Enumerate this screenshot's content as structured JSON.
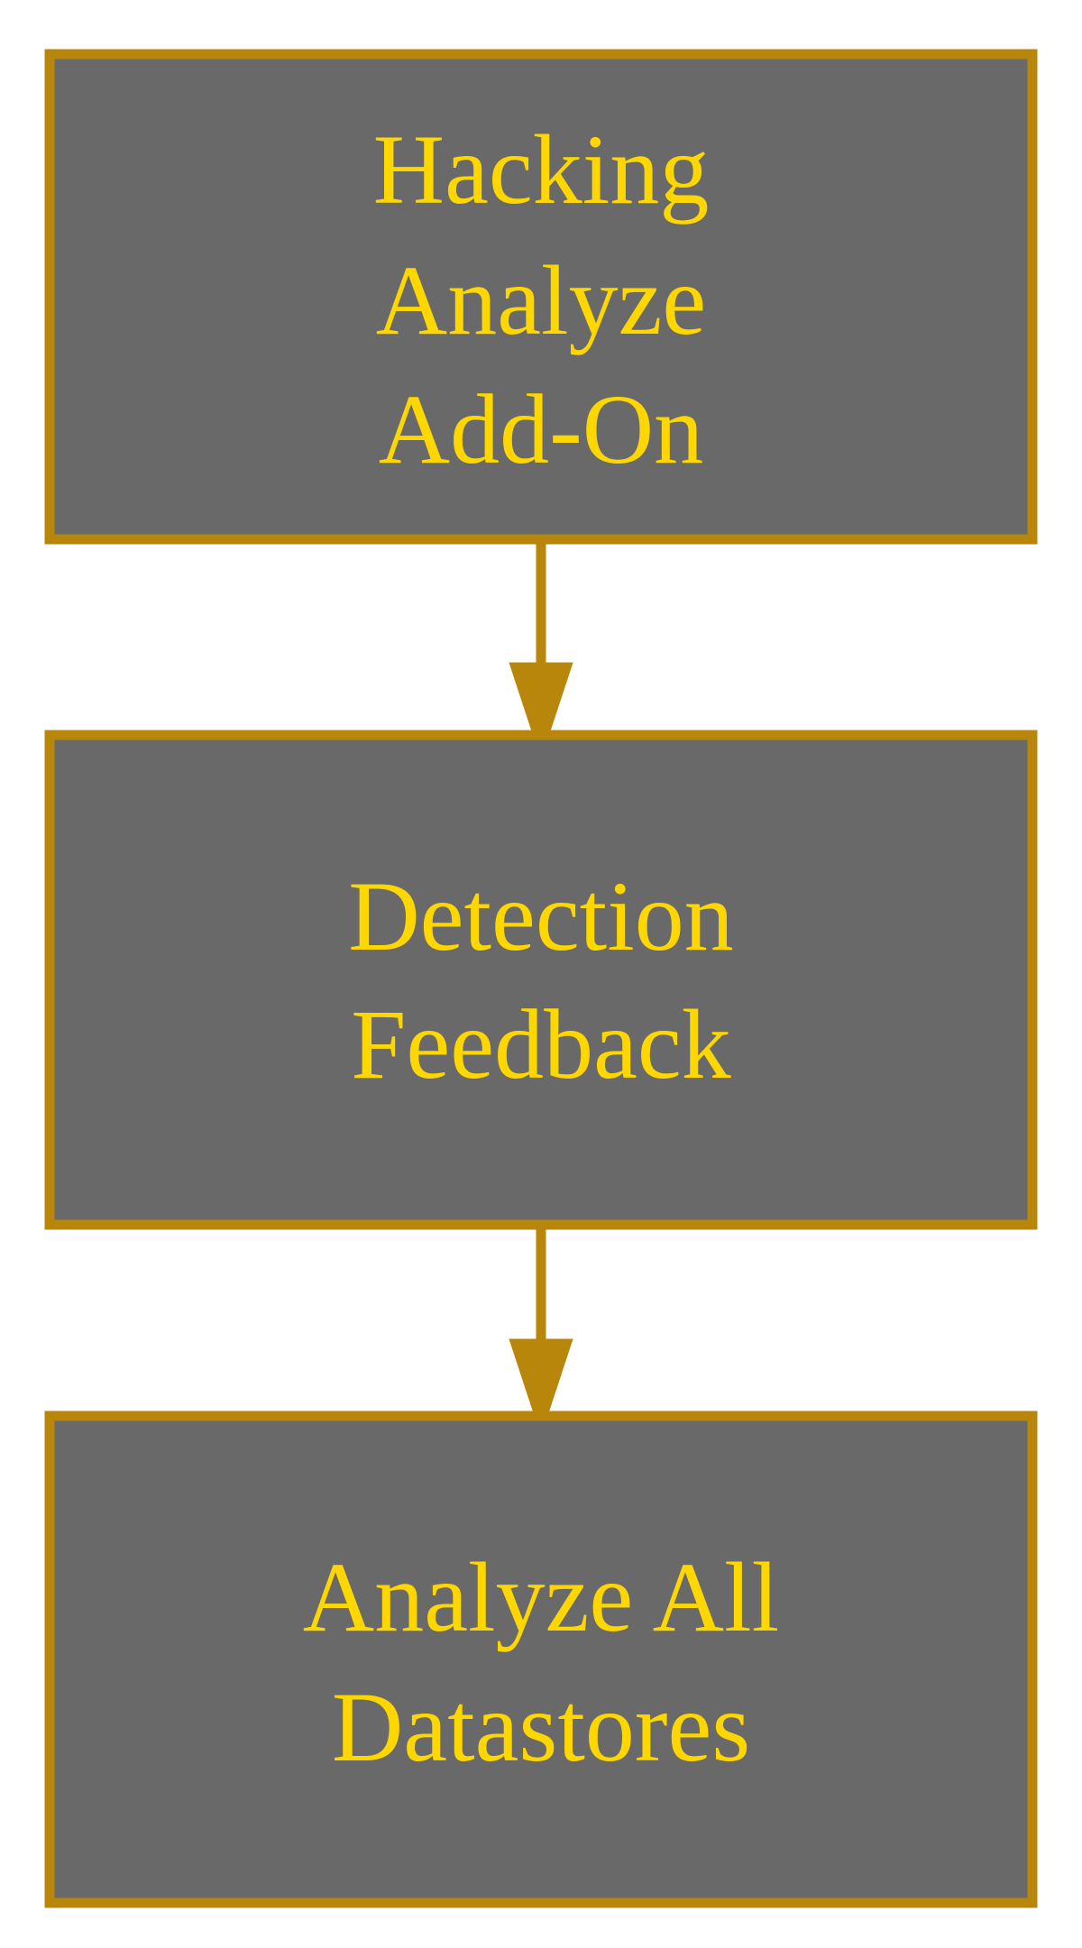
{
  "colors": {
    "background": "#ffffff",
    "node_fill": "#696969",
    "node_border": "#b8860b",
    "label_text": "#ffd700",
    "edge": "#b8860b"
  },
  "nodes": [
    {
      "lines": [
        "Hacking",
        "Analyze",
        "Add-On"
      ]
    },
    {
      "lines": [
        "Detection",
        "Feedback"
      ]
    },
    {
      "lines": [
        "Analyze All",
        "Datastores"
      ]
    }
  ],
  "edges": [
    {
      "from": 0,
      "to": 1
    },
    {
      "from": 1,
      "to": 2
    }
  ]
}
